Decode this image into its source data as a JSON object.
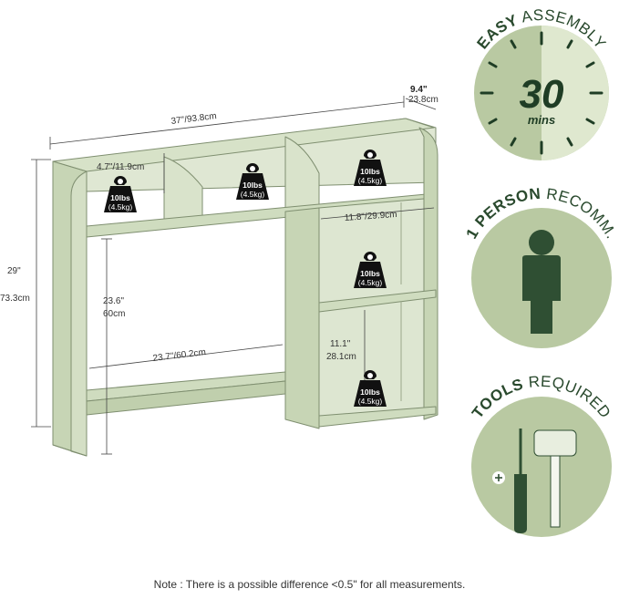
{
  "dimensions": {
    "width": "37\"/93.8cm",
    "depth_in": "9.4\"",
    "depth_cm": "23.8cm",
    "height_in": "29\"",
    "height_cm": "73.3cm",
    "small_cubby_height": "4.7\"/11.9cm",
    "cubby_width": "11.8\"/29.9cm",
    "opening_height_in": "23.6\"",
    "opening_height_cm": "60cm",
    "opening_width": "23.7\"/60.2cm",
    "bottom_cubby_height_in": "11.1\"",
    "bottom_cubby_height_cm": "28.1cm"
  },
  "weights": {
    "label_lbs": "10lbs",
    "label_kg": "(4.5kg)"
  },
  "badges": {
    "assembly": {
      "bold": "EASY",
      "rest": " ASSEMBLY",
      "number": "30",
      "unit": "mins"
    },
    "person": {
      "bold": "1 PERSON",
      "rest": " RECOMM."
    },
    "tools": {
      "bold": "TOOLS",
      "rest": " REQUIRED"
    }
  },
  "note": "Note : There is a possible difference <0.5\" for all measurements.",
  "colors": {
    "shelf": "#cfdcbf",
    "shelf_edge": "#7f8f70",
    "badge_bg": "#b9c9a2",
    "badge_light": "#dfe8cf",
    "dark_green": "#2f4f33",
    "weight_icon": "#111111"
  }
}
